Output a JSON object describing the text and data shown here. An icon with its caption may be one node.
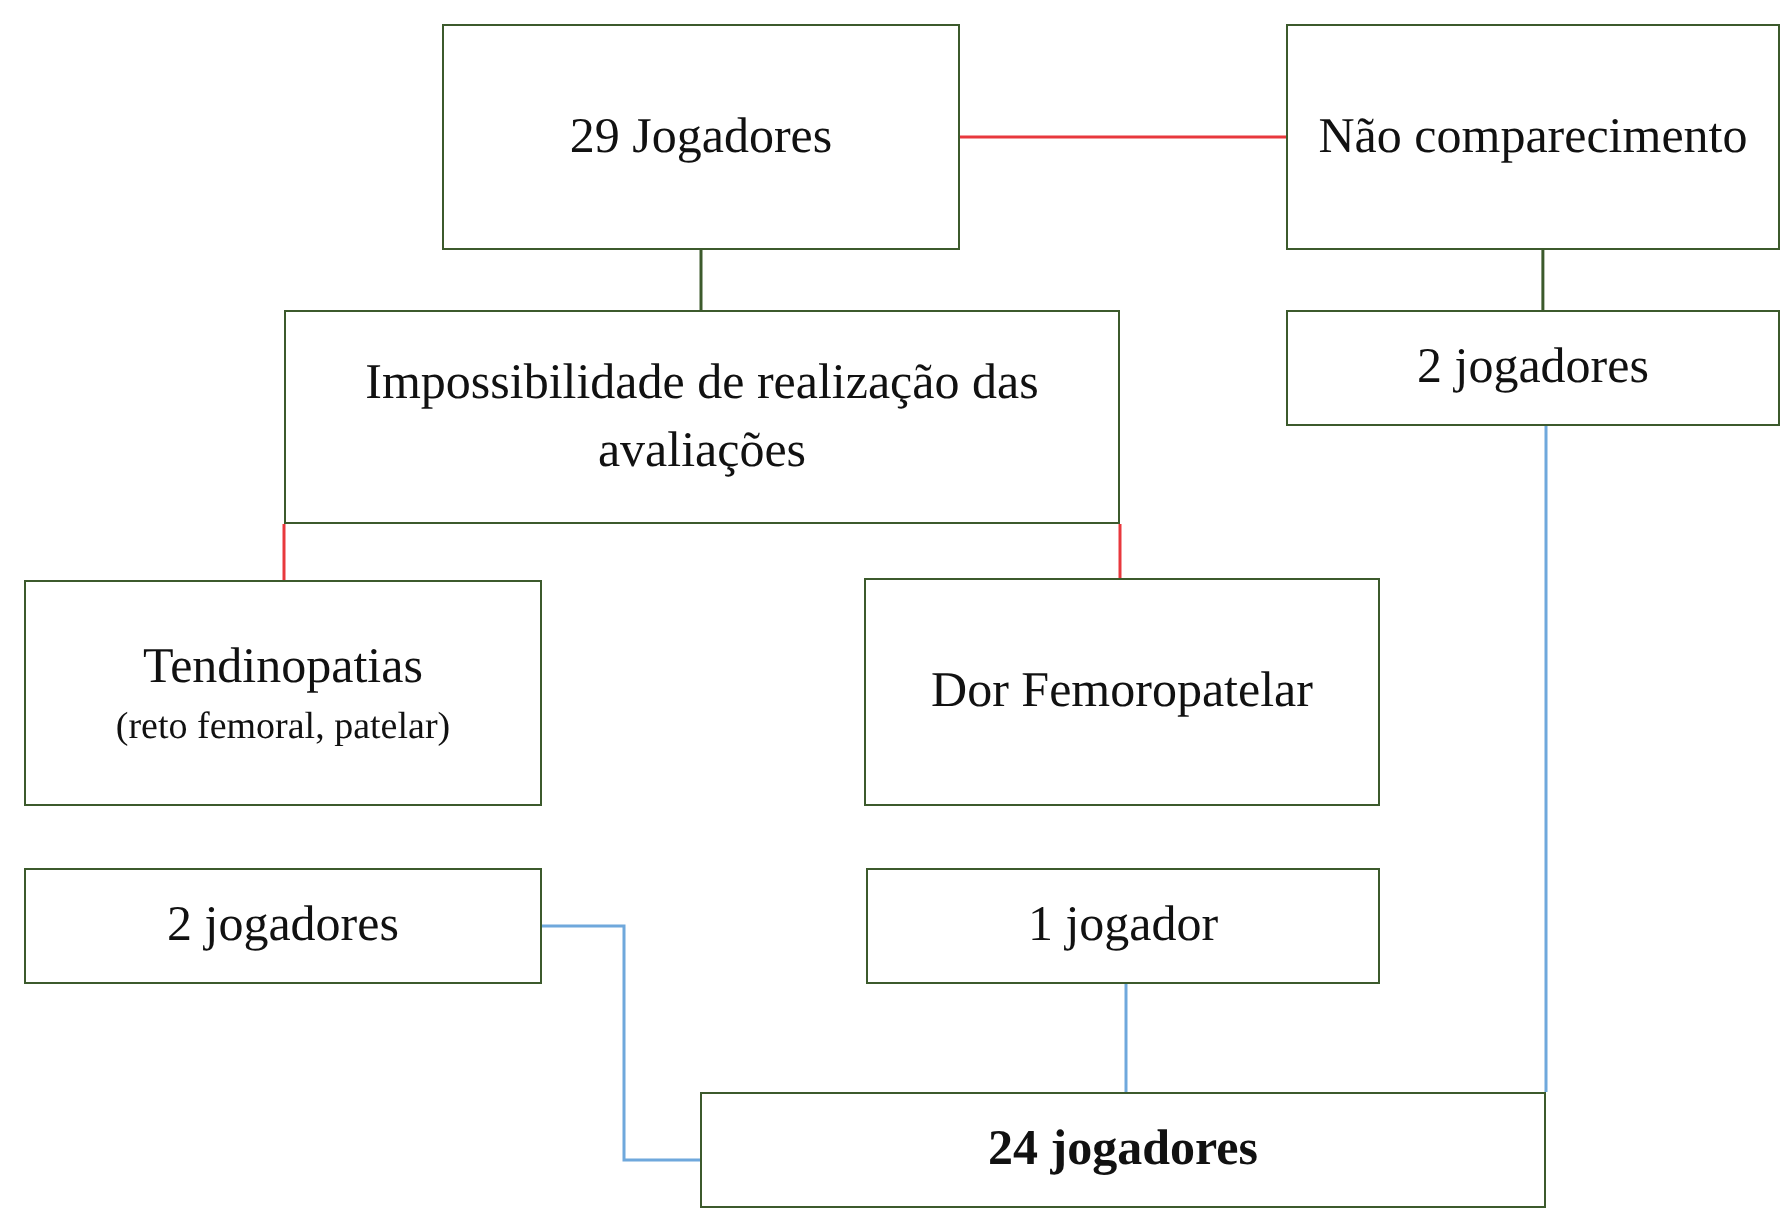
{
  "diagram": {
    "nodes": [
      {
        "text": [
          "29 Jogadores"
        ]
      },
      {
        "text": [
          "Não comparecimento"
        ]
      },
      {
        "text": [
          "2 jogadores"
        ]
      },
      {
        "text": [
          "Impossibilidade de realização das avaliações"
        ]
      },
      {
        "text": [
          "Tendinopatias",
          "(reto femoral, patelar)"
        ]
      },
      {
        "text": [
          "Dor Femoropatelar"
        ]
      },
      {
        "text": [
          "2 jogadores"
        ]
      },
      {
        "text": [
          "1 jogador"
        ]
      },
      {
        "text": [
          "24 jogadores"
        ]
      }
    ],
    "edges": [
      {
        "from": 0,
        "to": 1,
        "arrow": "none",
        "color": "#e8383d"
      },
      {
        "from": 0,
        "to": 3,
        "arrow": "none",
        "color": "#3c5a2c"
      },
      {
        "from": 1,
        "to": 2,
        "arrow": "none",
        "color": "#3c5a2c"
      },
      {
        "from": 3,
        "to": 4,
        "arrow": "none",
        "color": "#e8383d"
      },
      {
        "from": 3,
        "to": 5,
        "arrow": "none",
        "color": "#e8383d"
      },
      {
        "from": 6,
        "to": 8,
        "arrow": "none",
        "color": "#6fa8dc"
      },
      {
        "from": 7,
        "to": 8,
        "arrow": "none",
        "color": "#6fa8dc"
      },
      {
        "from": 2,
        "to": 8,
        "arrow": "none",
        "color": "#6fa8dc"
      }
    ]
  }
}
